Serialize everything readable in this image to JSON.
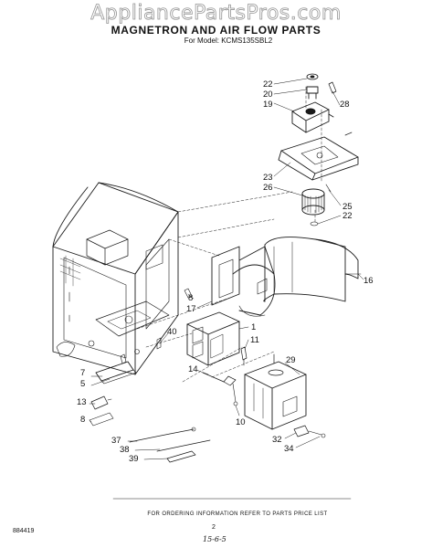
{
  "watermark": "AppliancePartsPros.com",
  "title": "MAGNETRON AND AIR FLOW PARTS",
  "subtitle": "For Model: KCMS135SBL2",
  "callouts": {
    "c22a": "22",
    "c20": "20",
    "c19": "19",
    "c28": "28",
    "c23": "23",
    "c26": "26",
    "c25": "25",
    "c22b": "22",
    "c16": "16",
    "c8a": "8",
    "c17": "17",
    "c1": "1",
    "c40": "40",
    "c11": "11",
    "c7": "7",
    "c5": "5",
    "c29": "29",
    "c14": "14",
    "c13": "13",
    "c8b": "8",
    "c10": "10",
    "c37": "37",
    "c38": "38",
    "c39": "39",
    "c32": "32",
    "c34": "34"
  },
  "footer": {
    "ordering_note": "FOR ORDERING INFORMATION REFER TO PARTS PRICE LIST",
    "doc_code": "884419",
    "page_number": "2",
    "handwritten_date": "15-6-5"
  },
  "colors": {
    "ink": "#1a1a1a",
    "watermark_outline": "#8a8a8a"
  }
}
